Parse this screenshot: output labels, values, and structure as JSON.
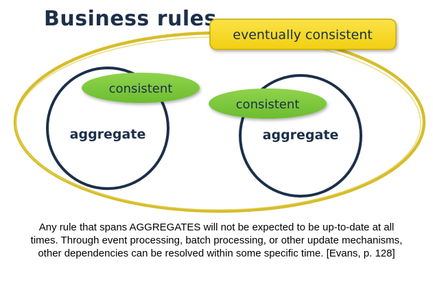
{
  "slide": {
    "title": "Business rules",
    "eventual_label": "eventually consistent",
    "consistent_label_left": "consistent",
    "consistent_label_right": "consistent",
    "aggregate_left_label": "aggregate",
    "aggregate_right_label": "aggregate",
    "caption": "Any rule that spans AGGREGATES will not be expected to be up-to-date at all times. Through event processing, batch processing, or other update mechanisms, other dependencies can be resolved within some specific time. [Evans, p. 128]"
  },
  "colors": {
    "title": "#1c2f4a",
    "outer_ellipse": "#d6bd2a",
    "eventual_box_fill": "#f5d41e",
    "eventual_box_stroke": "#c8a806",
    "consistent_fill": "#7ec73e",
    "circle_stroke": "#1c2f4a"
  }
}
